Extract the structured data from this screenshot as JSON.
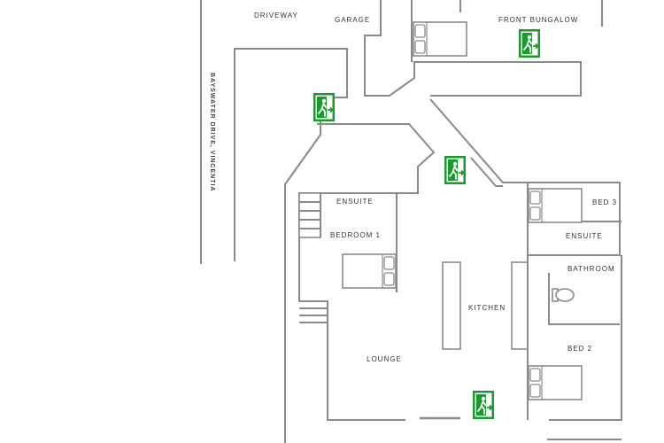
{
  "labels": {
    "driveway": "DRIVEWAY",
    "garage": "GARAGE",
    "front_bungalow": "FRONT BUNGALOW",
    "street": "BAYSWATER DRIVE, VINCENTIA",
    "ensuite_1": "ENSUITE",
    "bedroom_1": "BEDROOM 1",
    "bed_3": "BED 3",
    "ensuite_2": "ENSUITE",
    "bathroom": "BATHROOM",
    "kitchen": "KITCHEN",
    "lounge": "LOUNGE",
    "bed_2": "BED 2"
  },
  "colors": {
    "exit_sign": "#1a9a2e",
    "walls": "#8a8a8a",
    "text": "#333333"
  },
  "icons": {
    "exit_sign": "emergency-exit-running-man-icon",
    "bed": "double-bed-icon",
    "toilet": "toilet-icon"
  }
}
